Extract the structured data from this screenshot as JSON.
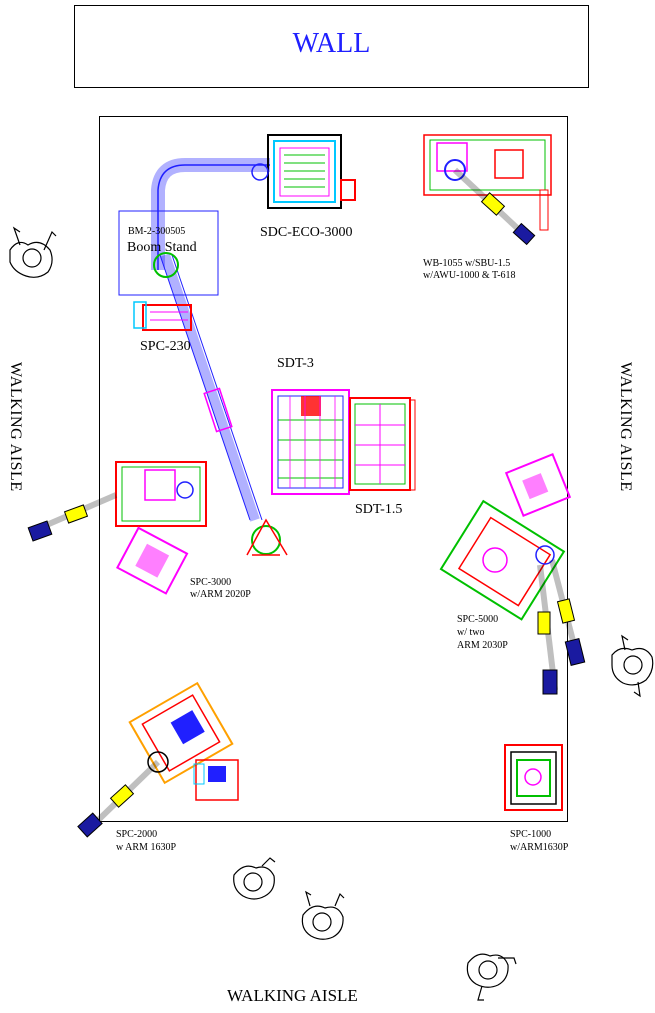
{
  "wall": {
    "label": "WALL"
  },
  "aisles": {
    "left": "WALKING AISLE",
    "right": "WALKING AISLE",
    "bottom": "WALKING AISLE"
  },
  "equipment": {
    "boom_stand": {
      "model": "BM-2-300505",
      "name": "Boom Stand"
    },
    "sdc": "SDC-ECO-3000",
    "wb": {
      "line1": "WB-1055 w/SBU-1.5",
      "line2": "w/AWU-1000 & T-618"
    },
    "spc230": "SPC-230",
    "sdt3": "SDT-3",
    "sdt15": "SDT-1.5",
    "spc3000": {
      "line1": "SPC-3000",
      "line2": "w/ARM 2020P"
    },
    "spc5000": {
      "line1": "SPC-5000",
      "line2": "w/ two",
      "line3": "ARM 2030P"
    },
    "spc2000": {
      "line1": "SPC-2000",
      "line2": "w ARM 1630P"
    },
    "spc1000": {
      "line1": "SPC-1000",
      "line2": "w/ARM1630P"
    }
  },
  "colors": {
    "blue": "#2020ff",
    "magenta": "#ff00ff",
    "red": "#ff0000",
    "green": "#00c000",
    "cyan": "#00c8ff",
    "yellow": "#ffff00",
    "navy": "#1a1aa0",
    "orange": "#ffa000"
  }
}
